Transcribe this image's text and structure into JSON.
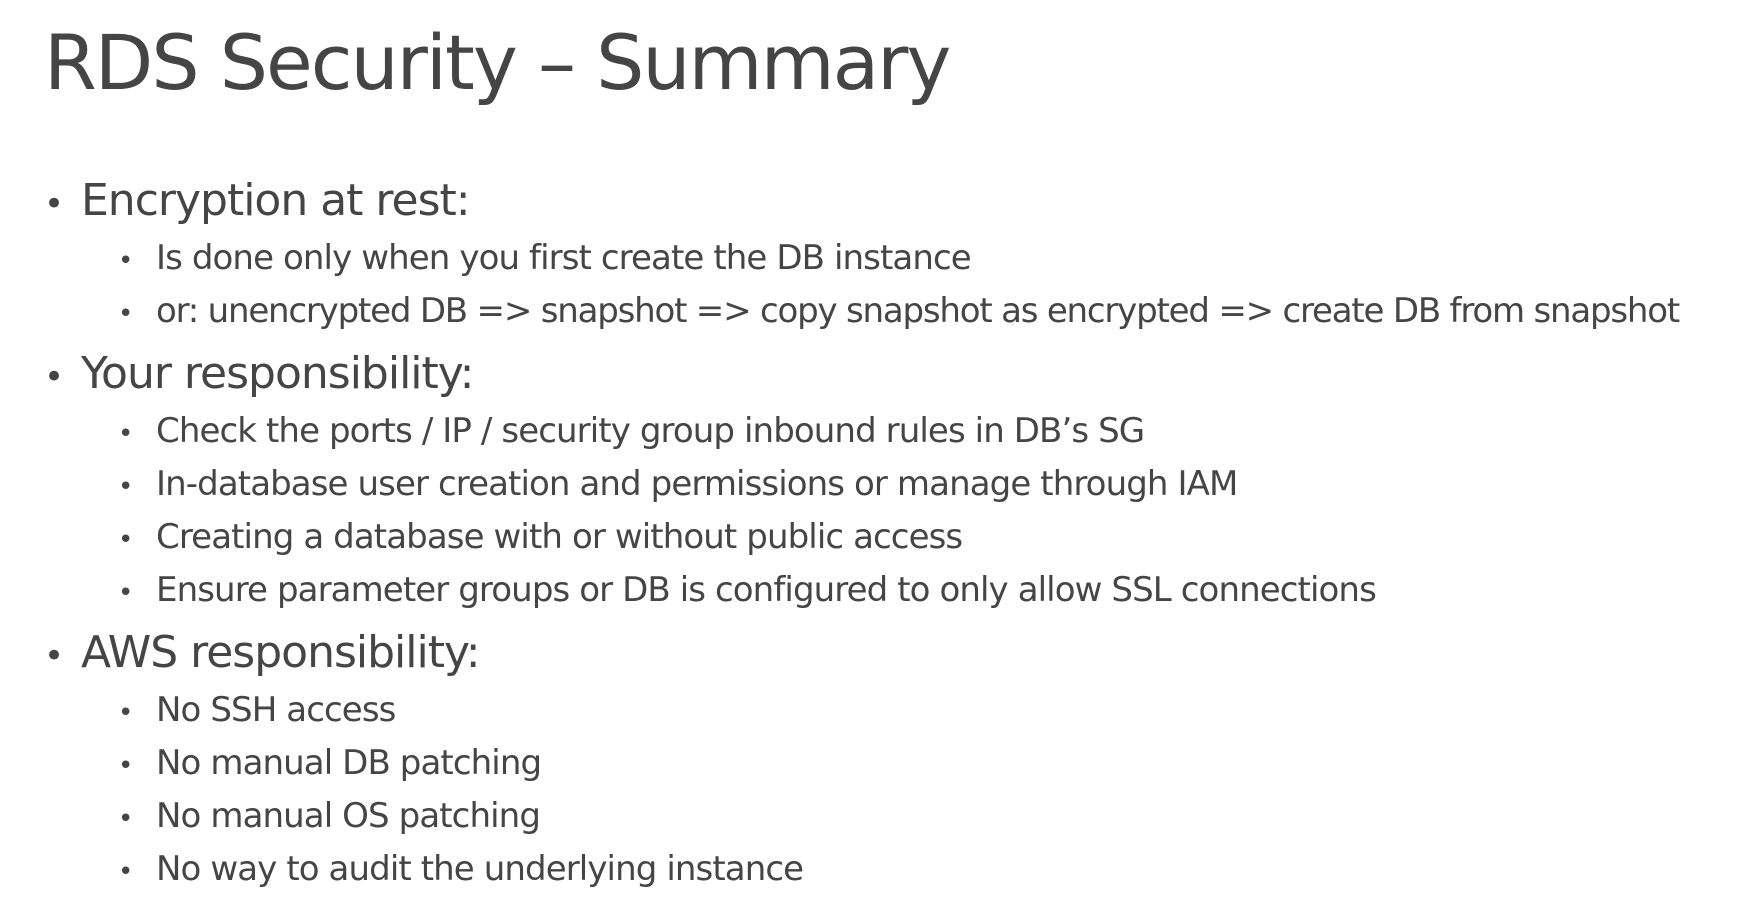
{
  "slide": {
    "title": "RDS Security – Summary",
    "bullet_glyph": "•",
    "sections": [
      {
        "heading": "Encryption at rest:",
        "items": [
          "Is done only when you first create the DB instance",
          "or: unencrypted DB => snapshot => copy snapshot as encrypted => create DB from snapshot"
        ]
      },
      {
        "heading": "Your responsibility:",
        "items": [
          "Check the ports / IP / security group inbound rules in DB’s SG",
          "In-database user creation and permissions or manage through IAM",
          "Creating a database with or without public access",
          "Ensure parameter groups or DB is configured to only allow SSL connections"
        ]
      },
      {
        "heading": "AWS responsibility:",
        "items": [
          "No SSH access",
          "No manual DB patching",
          "No manual OS patching",
          "No way to audit the underlying instance"
        ]
      }
    ]
  }
}
